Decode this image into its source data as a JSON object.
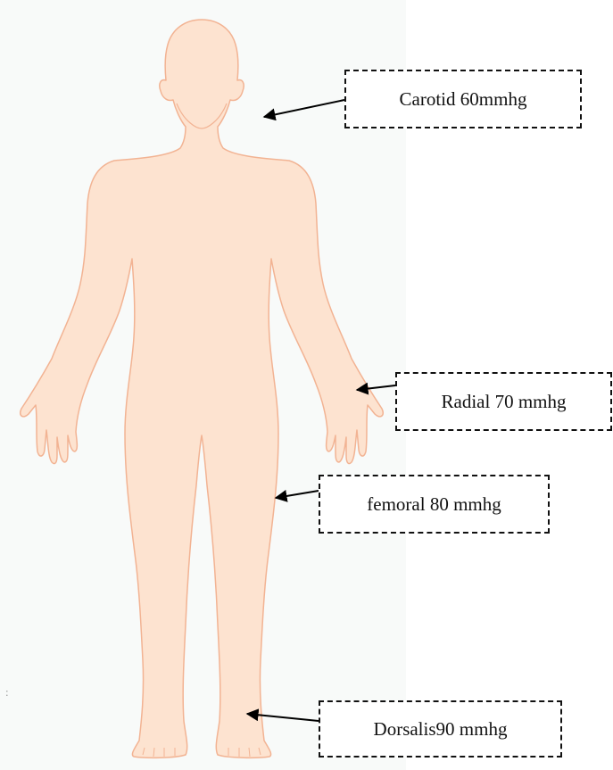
{
  "figure": {
    "body_fill": "#fde3d0",
    "body_outline": "#f2b393",
    "backdrop_color": "#f8faf9"
  },
  "labels": {
    "carotid": "Carotid 60mmhg",
    "radial": "Radial 70 mmhg",
    "femoral": "femoral 80 mmhg",
    "dorsalis": "Dorsalis90 mmhg"
  },
  "stray_mark": ":"
}
